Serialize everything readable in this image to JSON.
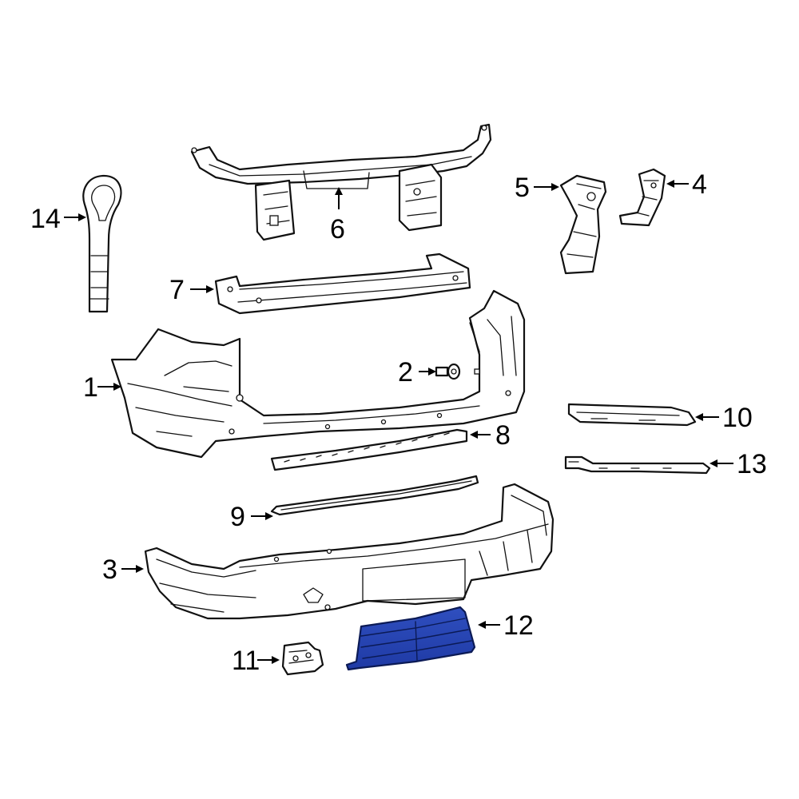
{
  "callouts": {
    "c1": "1",
    "c2": "2",
    "c3": "3",
    "c4": "4",
    "c5": "5",
    "c6": "6",
    "c7": "7",
    "c8": "8",
    "c9": "9",
    "c10": "10",
    "c11": "11",
    "c12": "12",
    "c13": "13",
    "c14": "14"
  },
  "colors": {
    "highlight": "#2f4fbf",
    "line": "#111111",
    "background": "#ffffff"
  },
  "highlighted_part": "12"
}
